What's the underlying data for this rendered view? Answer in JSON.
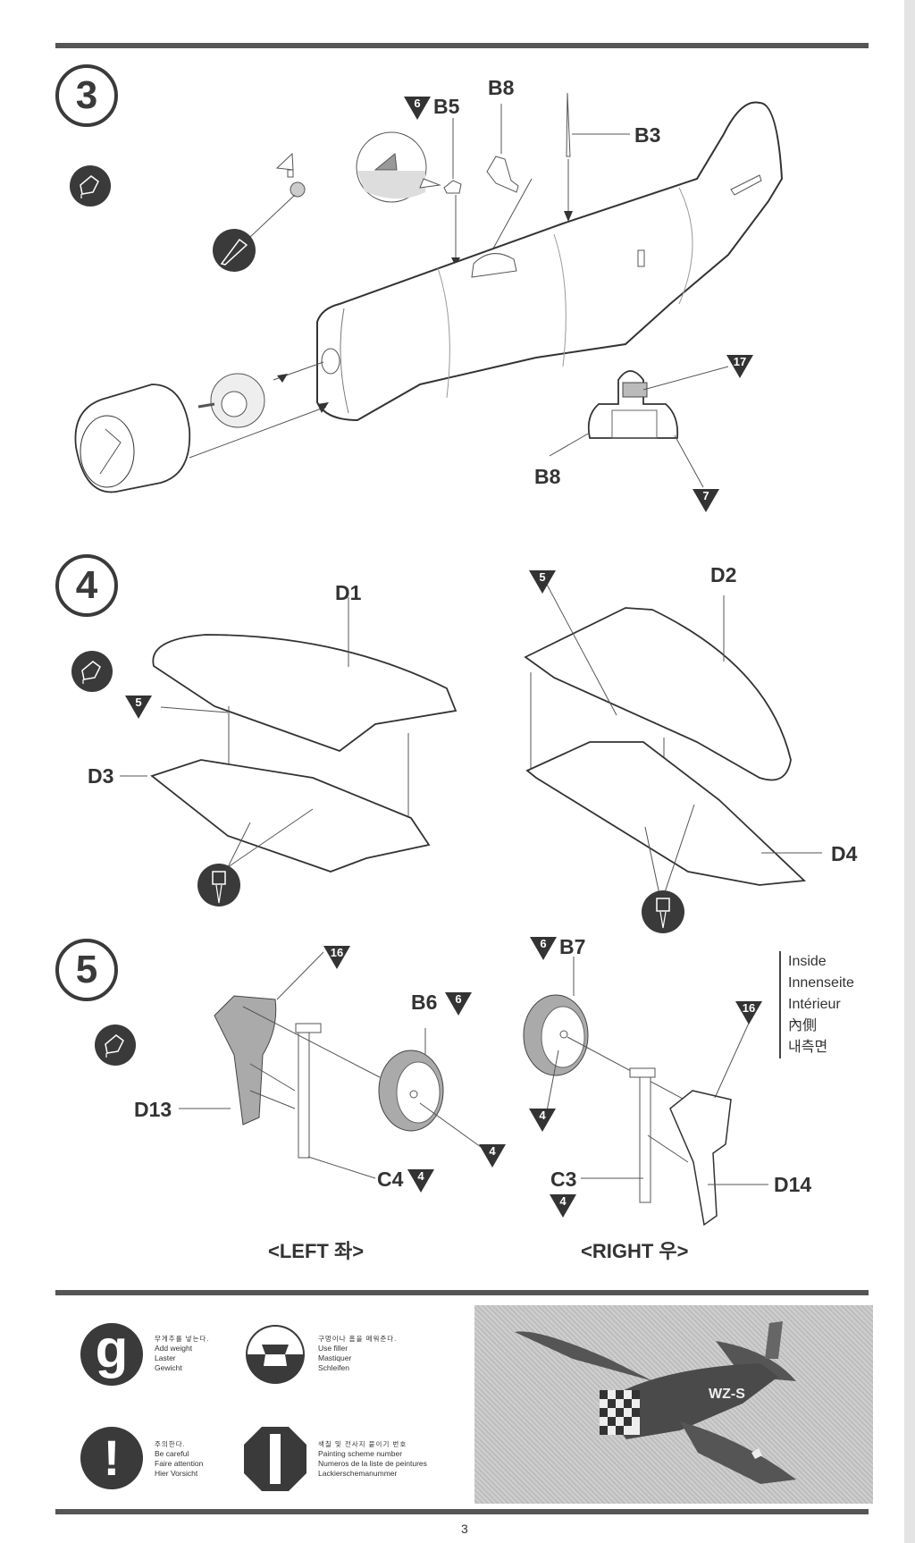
{
  "page_number": "3",
  "steps": [
    {
      "number": "3",
      "labels": {
        "b5": "B5",
        "b8_top": "B8",
        "b3": "B3",
        "b8_detail": "B8"
      },
      "paint_refs": {
        "b5": "6",
        "detail_window": "17",
        "detail_body": "7"
      }
    },
    {
      "number": "4",
      "labels": {
        "d1": "D1",
        "d3": "D3",
        "d2": "D2",
        "d4": "D4"
      },
      "paint_refs": {
        "left_guns": "5",
        "right_guns": "5"
      }
    },
    {
      "number": "5",
      "labels": {
        "d13": "D13",
        "b6": "B6",
        "c4": "C4",
        "b7": "B7",
        "c3": "C3",
        "d14": "D14"
      },
      "paint_refs": {
        "left_cover": "16",
        "b6": "6",
        "left_hub": "4",
        "c4": "4",
        "b7": "6",
        "right_hub": "4",
        "right_cover": "16",
        "c3": "4"
      },
      "side_labels": {
        "left": "<LEFT 좌>",
        "right": "<RIGHT 우>"
      },
      "inside_note": [
        "Inside",
        "Innenseite",
        "Intérieur",
        "內側",
        "내측면"
      ]
    }
  ],
  "legend": [
    {
      "icon": "weight-icon",
      "glyph": "g",
      "lines": [
        "무게추를 넣는다.",
        "Add weight",
        "Laster",
        "Gewicht"
      ]
    },
    {
      "icon": "filler-icon",
      "lines": [
        "구멍이나 홈을 메워준다.",
        "Use filler",
        "Mastiquer",
        "Schleifen"
      ]
    },
    {
      "icon": "caution-icon",
      "glyph": "!",
      "lines": [
        "주의한다.",
        "Be careful",
        "Faire attention",
        "Hier Vorsicht"
      ]
    },
    {
      "icon": "painting-scheme-icon",
      "lines": [
        "색칠 및 전사지 붙이기 번호",
        "Painting scheme number",
        "Numeros de la liste de peintures",
        "Lackierschemanummer"
      ]
    }
  ],
  "photo": {
    "fuselage_code": "WZ-S"
  }
}
